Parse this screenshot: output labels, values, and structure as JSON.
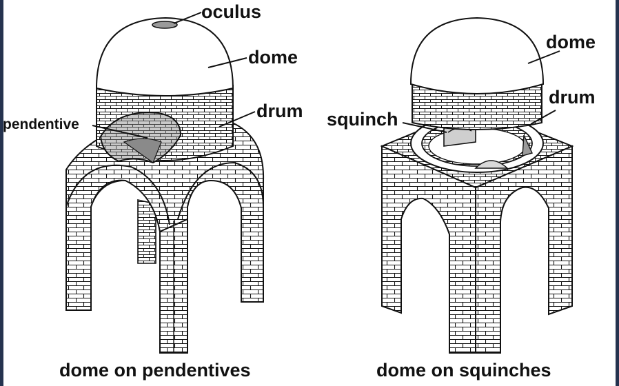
{
  "figure": {
    "left": {
      "caption": "dome on pendentives",
      "labels": {
        "oculus": "oculus",
        "dome": "dome",
        "drum": "drum",
        "pendentive": "pendentive"
      }
    },
    "right": {
      "caption": "dome on squinches",
      "labels": {
        "dome": "dome",
        "drum": "drum",
        "squinch": "squinch"
      }
    }
  },
  "colors": {
    "ink": "#111111",
    "paper": "#ffffff",
    "shade": "#8a8a8a",
    "frame": "#25334f"
  }
}
